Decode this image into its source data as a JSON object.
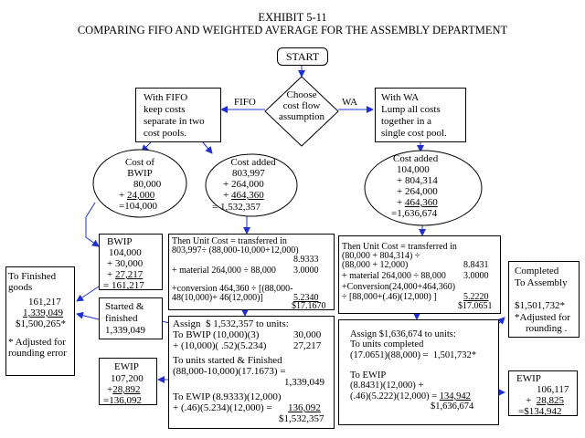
{
  "title": {
    "line1": "EXHIBIT 5-11",
    "line2": "COMPARING FIFO AND WEIGHTED AVERAGE FOR THE ASSEMBLY DEPARTMENT"
  },
  "start": "START",
  "decision": {
    "l1": "Choose",
    "l2": "cost flow",
    "l3": "assumption"
  },
  "fifo_label": "FIFO",
  "wa_label": "WA",
  "fifo_box": {
    "l1": "With FIFO",
    "l2": "keep costs",
    "l3": "separate in two",
    "l4": "cost pools."
  },
  "wa_box": {
    "l1": "With WA",
    "l2": "Lump all costs",
    "l3": "together in a",
    "l4": "single cost pool."
  },
  "bwip_oval": {
    "l1": "Cost of",
    "l2": "BWIP",
    "l3": "80,000",
    "l4": "24,000",
    "l4p": "+ ",
    "l5": "=104,000"
  },
  "fifo_added": {
    "l1": "Cost added",
    "l2": "803,997",
    "l3": "+ 264,000",
    "l4": "464,360",
    "l4p": "+ ",
    "l5": "= 1,532,357"
  },
  "wa_added": {
    "l1": "Cost added",
    "l2": "104,000",
    "l3": "+ 804,314",
    "l4": "+ 264,000",
    "l5": "464,360",
    "l5p": "+ ",
    "l6": "=1,636,674"
  },
  "bwip_box": {
    "l1": "BWIP",
    "l2": "104,000",
    "l3": "+ 30,000",
    "l4": "27,217",
    "l4p": "+ ",
    "l5": "= 161,217"
  },
  "started_box": {
    "l1": "Started &",
    "l2": "finished",
    "l3": "1,339,049"
  },
  "ewip_fifo": {
    "l1": "EWIP",
    "l2": "107,200",
    "l3": "28,892",
    "l3p": "+",
    "l4": "=136,092"
  },
  "finished_box": {
    "l1": "To Finished",
    "l2": "goods",
    "l3": "161,217",
    "l4": "1,339,049",
    "l5": "$1,500,265*",
    "l6": "* Adjusted for",
    "l7": "rounding error"
  },
  "fifo_unit": {
    "l1": "Then Unit Cost = transferred in",
    "l2": "803,997÷ (88,000-10,000+12,000)",
    "l2v": "8.9333",
    "l3": "+ material 264,000 ÷ 88,000",
    "l3v": "3.0000",
    "l4": "+conversion 464,360 ÷ [(88,000-",
    "l5": "48(10,000)+ 46(12,000)]",
    "l5v": "5.2340",
    "total": "$17.1670"
  },
  "fifo_assign": {
    "l1": "Assign  $ 1,532,357 to units:",
    "l2": "To BWIP (10,000)(3)",
    "l2v": "30,000",
    "l3": "+ (10,000)( .52)(5.234)",
    "l3v": "27,217",
    "l4": "To units started & Finished",
    "l5": "(88,000-10,000)(17.1673) =",
    "l5v": "1,339,049",
    "l6": "To EWIP (8.9333)(12,000)",
    "l7": "+ (.46)(5.234)(12,000) =",
    "l7v": "136,092",
    "total": "$1,532,357"
  },
  "wa_unit": {
    "l1": "Then Unit Cost = transferred in",
    "l2": "(80,000 + 804,314) ÷",
    "l3": "(88,000 + 12,000)",
    "l3v": "8.8431",
    "l4": "+ material 264,000 ÷ 88,000",
    "l4v": "3.0000",
    "l5": "+Conversion(24,000+464,360)",
    "l6": "÷ [88,000+(.46)(12,000) ]",
    "l6v": "5.2220",
    "total": "$17.0651"
  },
  "wa_assign": {
    "l1": "Assign $1,636,674 to units:",
    "l2": "To units completed",
    "l3": "(17.0651)(88,000) =  1,501,732*",
    "l4": "To EWIP",
    "l5": "(8.8431)(12,000) +",
    "l6": "(.46)(5.222)(12,000) = ",
    "l6v": "134,942",
    "total": "$1,636,674"
  },
  "completed_box": {
    "l1": "Completed",
    "l2": "To Assembly",
    "l3": "$1,501,732*",
    "l4": "*Adjusted for",
    "l5": "rounding ."
  },
  "ewip_wa": {
    "l1": "EWIP",
    "l2": "106,117",
    "l3": "28,825",
    "l3p": "+  ",
    "l4": "=$134,942"
  }
}
